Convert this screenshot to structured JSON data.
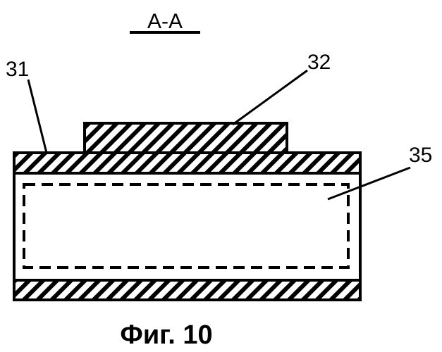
{
  "section_label": "A-A",
  "refs": {
    "top_layer": "31",
    "upper_strip": "32",
    "inner_region": "35"
  },
  "caption": "Фиг. 10"
}
